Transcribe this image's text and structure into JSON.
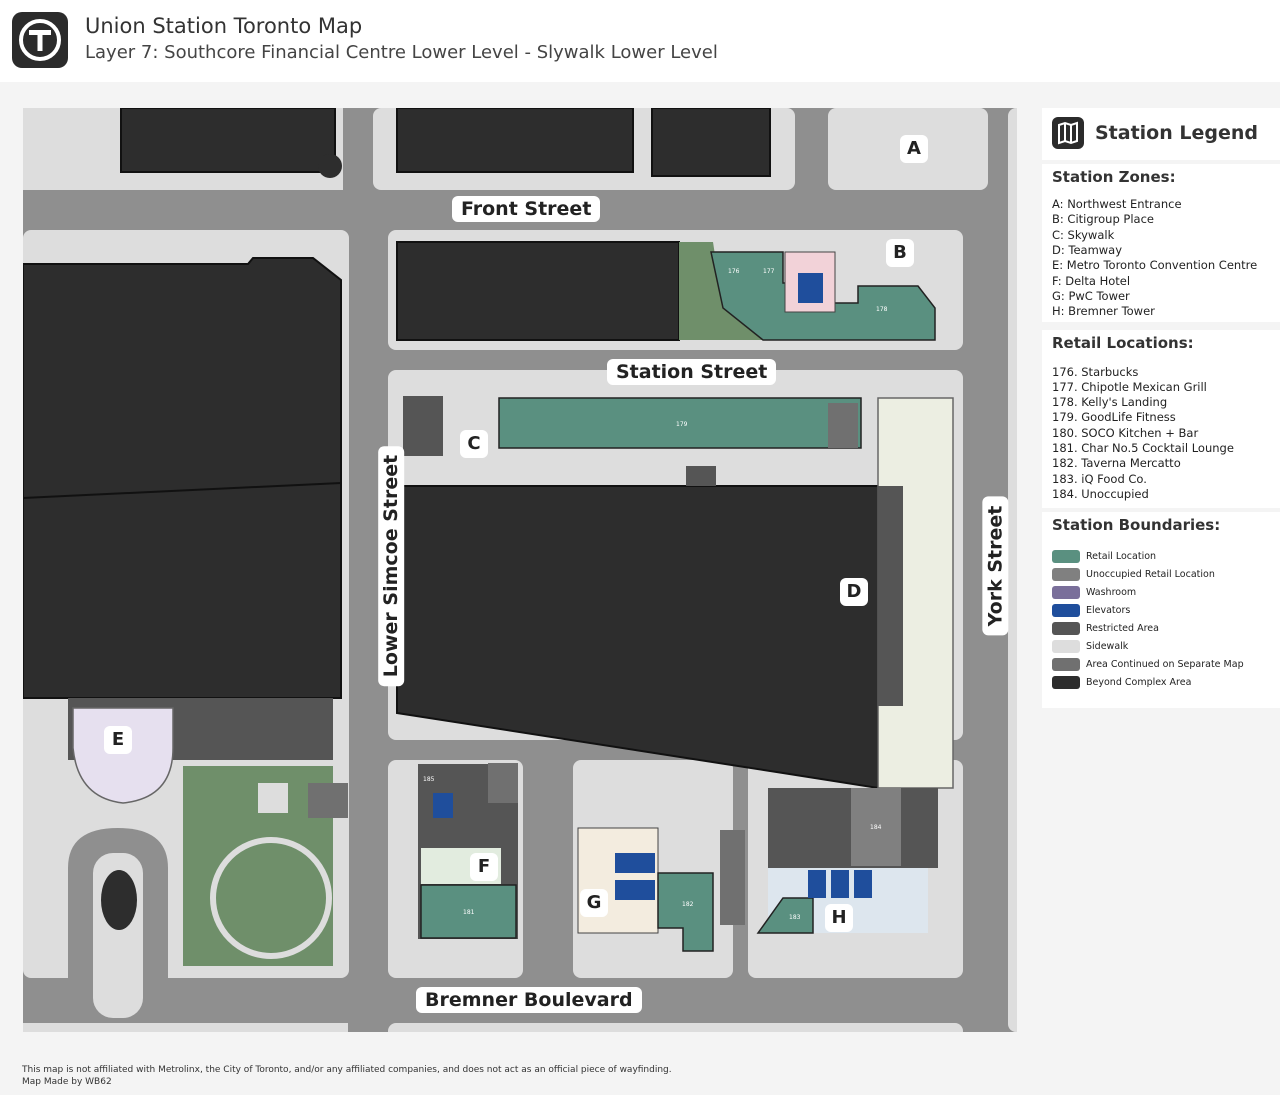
{
  "header": {
    "title": "Union Station Toronto Map",
    "subtitle": "Layer 7: Southcore Financial Centre Lower Level - Slywalk Lower Level"
  },
  "map": {
    "streets": {
      "front": "Front Street",
      "station": "Station Street",
      "bremner": "Bremner Boulevard",
      "lower_simcoe": "Lower Simcoe Street",
      "york": "York Street"
    },
    "zones": [
      "A",
      "B",
      "C",
      "D",
      "E",
      "F",
      "G",
      "H"
    ],
    "units": {
      "u176": "176",
      "u177": "177",
      "u178": "178",
      "u179": "179",
      "u181": "181",
      "u182": "182",
      "u183": "183",
      "u184": "184",
      "u185": "185"
    }
  },
  "legend": {
    "title": "Station Legend",
    "zones_title": "Station Zones:",
    "zones": [
      "A: Northwest Entrance",
      "B: Citigroup Place",
      "C: Skywalk",
      "D: Teamway",
      "E: Metro Toronto Convention Centre",
      "F: Delta Hotel",
      "G: PwC Tower",
      "H: Bremner Tower"
    ],
    "retail_title": "Retail Locations:",
    "retail": [
      "176. Starbucks",
      "177. Chipotle Mexican Grill",
      "178. Kelly's Landing",
      "179. GoodLife Fitness",
      "180. SOCO Kitchen + Bar",
      "181. Char No.5 Cocktail Lounge",
      "182. Taverna Mercatto",
      "183. iQ Food Co.",
      "184. Unoccupied"
    ],
    "boundaries_title": "Station Boundaries:",
    "boundaries": [
      {
        "label": "Retail Location",
        "color": "#5a9080"
      },
      {
        "label": "Unoccupied Retail Location",
        "color": "#808080"
      },
      {
        "label": "Washroom",
        "color": "#7a6f9a"
      },
      {
        "label": "Elevators",
        "color": "#1f4e9c"
      },
      {
        "label": "Restricted Area",
        "color": "#555555"
      },
      {
        "label": "Sidewalk",
        "color": "#dddddd"
      },
      {
        "label": "Area Continued on Separate Map",
        "color": "#707070"
      },
      {
        "label": "Beyond Complex Area",
        "color": "#2d2d2d"
      }
    ]
  },
  "footer": {
    "disclaimer": "This map is not affiliated with Metrolinx, the City of Toronto, and/or any affiliated companies, and does not act as an official piece of wayfinding.",
    "credit": "Map Made by WB62"
  },
  "colors": {
    "road": "#8f8f8f",
    "sidewalk": "#dddddd",
    "building": "#2d2d2d",
    "retail": "#5a9080",
    "park": "#6f8f6a"
  }
}
